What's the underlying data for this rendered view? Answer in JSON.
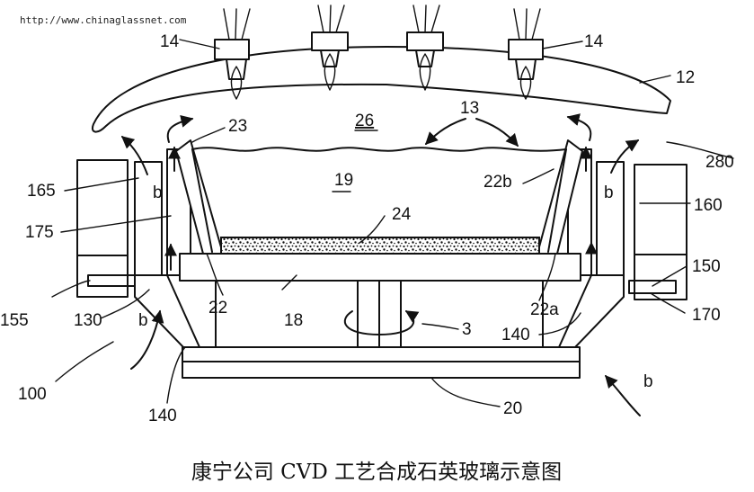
{
  "watermark": "http://www.chinaglassnet.com",
  "caption": "康宁公司 CVD 工艺合成石英玻璃示意图",
  "labels": {
    "l14a": "14",
    "l14b": "14",
    "l12": "12",
    "l23": "23",
    "l26": "26",
    "l13": "13",
    "l280": "280",
    "l165": "165",
    "lb1": "b",
    "l19": "19",
    "l22b": "22b",
    "lb2": "b",
    "l160": "160",
    "l175": "175",
    "l24": "24",
    "l150": "150",
    "l155": "155",
    "l130": "130",
    "lb3": "b",
    "l22": "22",
    "l18": "18",
    "l22a": "22a",
    "l170": "170",
    "l3": "3",
    "l140a": "140",
    "l100": "100",
    "lb4": "b",
    "l140b": "140",
    "l20": "20"
  }
}
